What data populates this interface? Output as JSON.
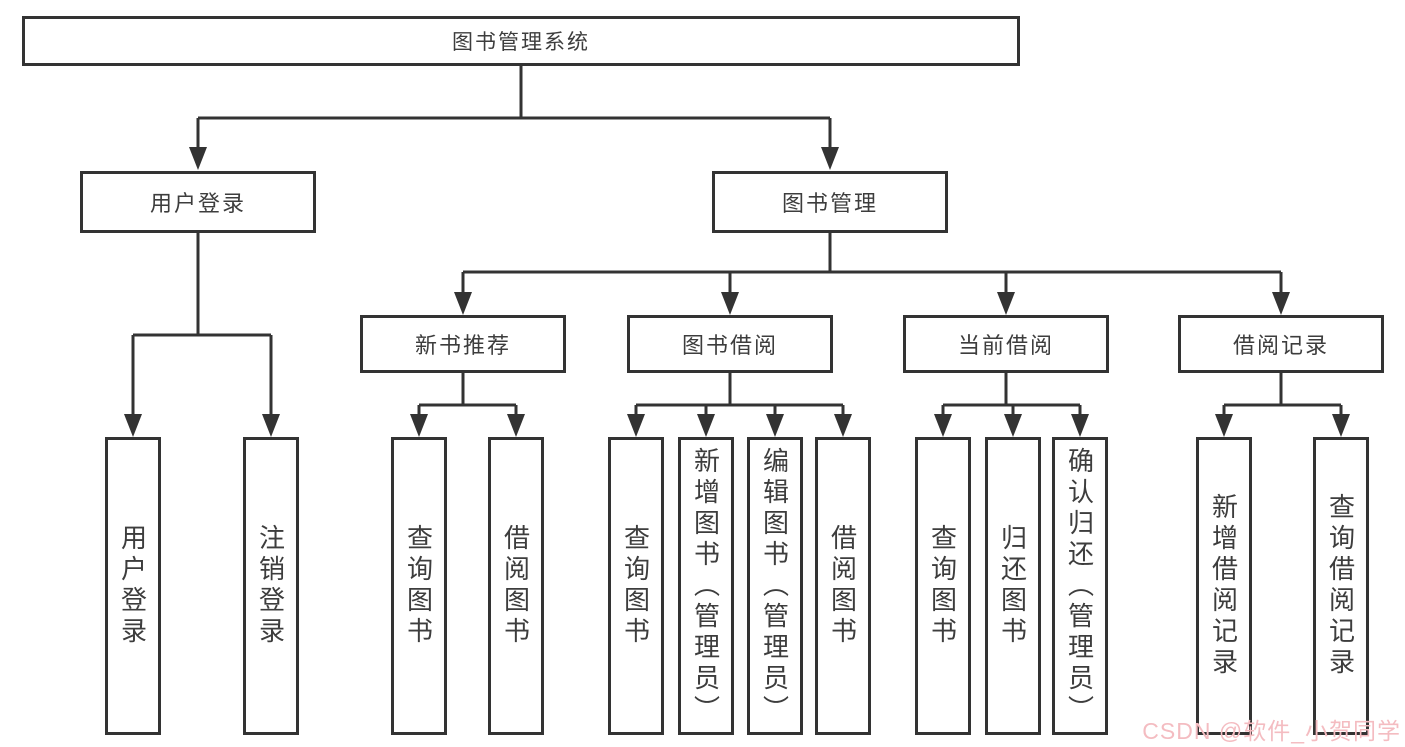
{
  "colors": {
    "line": "#333333",
    "text": "#3d3d3d",
    "fill": "#ffffff",
    "bg": "#ffffff",
    "watermark": "#f4bcc1"
  },
  "diagram": {
    "root_label": "图书管理系统",
    "level2": [
      "用户登录",
      "图书管理"
    ],
    "level3": [
      "新书推荐",
      "图书借阅",
      "当前借阅",
      "借阅记录"
    ],
    "leaves": {
      "user_login": [
        "用户登录",
        "注销登录"
      ],
      "new_book_recommendation": [
        "查询图书",
        "借阅图书"
      ],
      "book_borrowing": [
        "查询图书",
        "新增图书（管理员）",
        "编辑图书（管理员）",
        "借阅图书"
      ],
      "current_borrowing": [
        "查询图书",
        "归还图书",
        "确认归还（管理员）"
      ],
      "borrowing_records": [
        "新增借阅记录",
        "查询借阅记录"
      ]
    }
  },
  "watermark": {
    "text": "CSDN @软件_小贺同学"
  }
}
